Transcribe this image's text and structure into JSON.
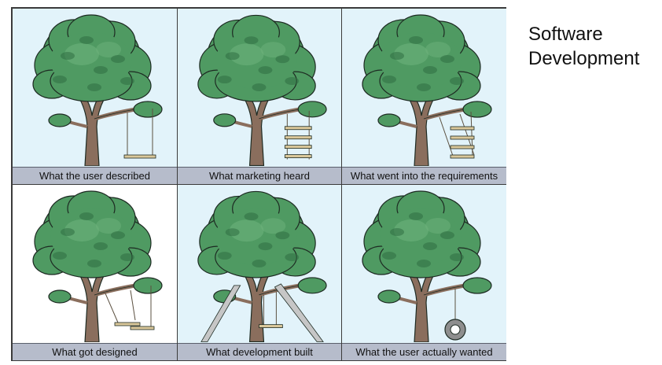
{
  "title_lines": [
    "Software",
    "Development"
  ],
  "panels": [
    {
      "caption": "What the user described",
      "variant": "simple-swing"
    },
    {
      "caption": "What marketing heard",
      "variant": "ladder-swing"
    },
    {
      "caption": "What went into the requirements",
      "variant": "tilted-ladder"
    },
    {
      "caption": "What got designed",
      "variant": "broken-swing"
    },
    {
      "caption": "What development built",
      "variant": "propped-tree"
    },
    {
      "caption": "What the user actually wanted",
      "variant": "tire-swing"
    }
  ],
  "colors": {
    "sky": "#e2f3fa",
    "caption_bg": "#b6bccb",
    "leaf": "#4f9a62",
    "leaf_dark": "#2f6e42",
    "trunk": "#8a6e5d",
    "wood": "#d9c79a"
  }
}
